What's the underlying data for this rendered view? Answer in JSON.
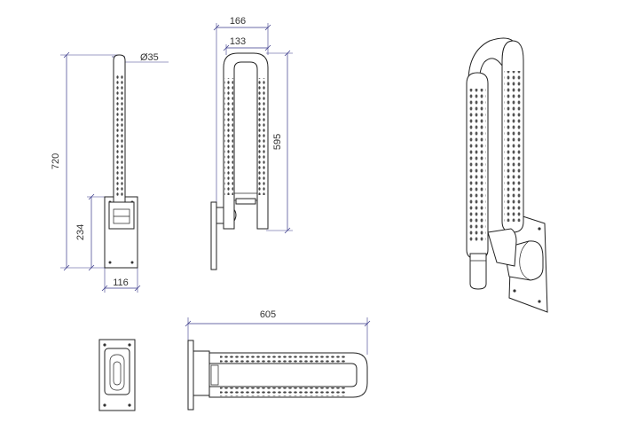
{
  "dimensions": {
    "height_total": "720",
    "height_mount": "234",
    "plate_width": "116",
    "tube_diameter": "Ø35",
    "width_outer": "166",
    "width_inner": "133",
    "height_rail": "595",
    "length_horizontal": "605"
  },
  "colors": {
    "line": "#222222",
    "dimension": "#3a3a8a",
    "background": "#ffffff"
  }
}
